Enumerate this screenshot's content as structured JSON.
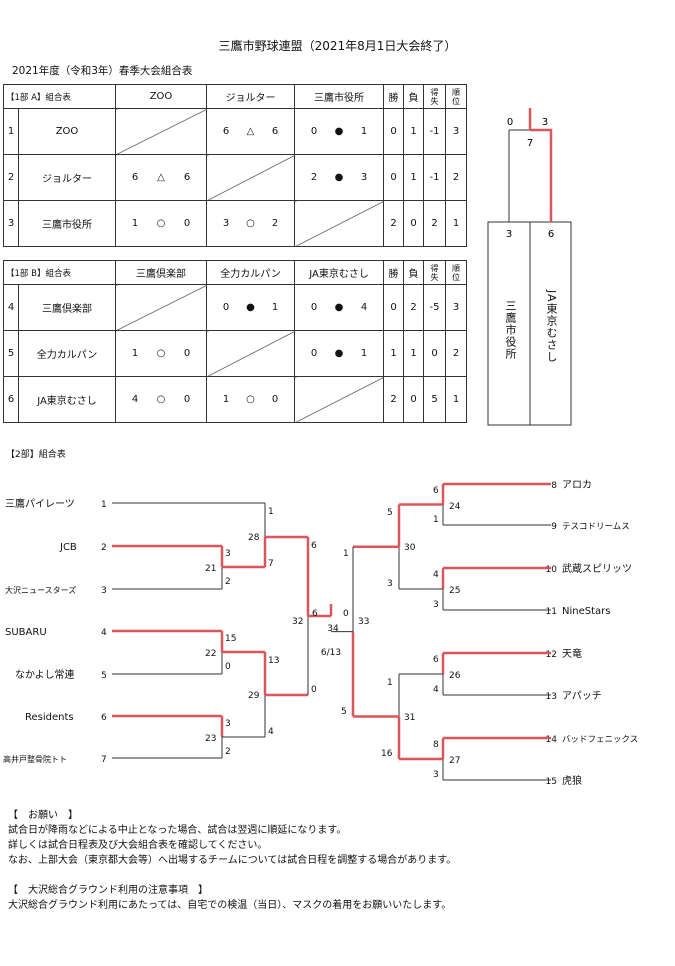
{
  "title": "三鷹市野球連盟（2021年8月1日大会終了）",
  "subtitle": "2021年度（令和3年）春季大会組合表",
  "div1a": {
    "label": "【1部 A】組合表",
    "cols": [
      "ZOO",
      "ジョルター",
      "三鷹市役所"
    ],
    "stat_cols": [
      "勝",
      "負",
      "得失",
      "順位"
    ],
    "rows": [
      {
        "no": "1",
        "team": "ZOO",
        "cells": [
          null,
          [
            "6",
            "△",
            "6"
          ],
          [
            "0",
            "●",
            "1"
          ]
        ],
        "w": "0",
        "l": "1",
        "diff": "-1",
        "rank": "3"
      },
      {
        "no": "2",
        "team": "ジョルター",
        "cells": [
          [
            "6",
            "△",
            "6"
          ],
          null,
          [
            "2",
            "●",
            "3"
          ]
        ],
        "w": "0",
        "l": "1",
        "diff": "-1",
        "rank": "2"
      },
      {
        "no": "3",
        "team": "三鷹市役所",
        "cells": [
          [
            "1",
            "○",
            "0"
          ],
          [
            "3",
            "○",
            "2"
          ],
          null
        ],
        "w": "2",
        "l": "0",
        "diff": "2",
        "rank": "1"
      }
    ]
  },
  "div1b": {
    "label": "【1部 B】組合表",
    "cols": [
      "三鷹倶楽部",
      "全力カルパン",
      "JA東京むさし"
    ],
    "stat_cols": [
      "勝",
      "負",
      "得失",
      "順位"
    ],
    "rows": [
      {
        "no": "4",
        "team": "三鷹倶楽部",
        "cells": [
          null,
          [
            "0",
            "●",
            "1"
          ],
          [
            "0",
            "●",
            "4"
          ]
        ],
        "w": "0",
        "l": "2",
        "diff": "-5",
        "rank": "3"
      },
      {
        "no": "5",
        "team": "全力カルパン",
        "cells": [
          [
            "1",
            "○",
            "0"
          ],
          null,
          [
            "0",
            "●",
            "1"
          ]
        ],
        "w": "1",
        "l": "1",
        "diff": "0",
        "rank": "2"
      },
      {
        "no": "6",
        "team": "JA東京むさし",
        "cells": [
          [
            "4",
            "○",
            "0"
          ],
          [
            "1",
            "○",
            "0"
          ],
          null
        ],
        "w": "2",
        "l": "0",
        "diff": "5",
        "rank": "1"
      }
    ]
  },
  "final1": {
    "left_team": "三鷹市役所",
    "right_team": "JA東京むさし",
    "left_no": "3",
    "right_no": "6",
    "left_score": "0",
    "right_score": "3",
    "game_no": "7"
  },
  "div2": {
    "label": "【2部】組合表",
    "left_teams": [
      {
        "name": "三鷹パイレーツ",
        "no": "1"
      },
      {
        "name": "JCB",
        "no": "2"
      },
      {
        "name": "大沢ニュースターズ",
        "no": "3"
      },
      {
        "name": "SUBARU",
        "no": "4"
      },
      {
        "name": "なかよし常連",
        "no": "5"
      },
      {
        "name": "Residents",
        "no": "6"
      },
      {
        "name": "高井戸整骨院トト",
        "no": "7"
      }
    ],
    "right_teams": [
      {
        "name": "アロカ",
        "no": "8"
      },
      {
        "name": "テスコドリームス",
        "no": "9"
      },
      {
        "name": "武蔵スピリッツ",
        "no": "10"
      },
      {
        "name": "NineStars",
        "no": "11"
      },
      {
        "name": "天竜",
        "no": "12"
      },
      {
        "name": "アパッチ",
        "no": "13"
      },
      {
        "name": "バッドフェニックス",
        "no": "14"
      },
      {
        "name": "虎狼",
        "no": "15"
      }
    ],
    "games": {
      "g21": {
        "no": "21",
        "top": "3",
        "bottom": "2"
      },
      "g22": {
        "no": "22",
        "top": "15",
        "bottom": "0"
      },
      "g23": {
        "no": "23",
        "top": "3",
        "bottom": "2"
      },
      "g28": {
        "no": "28",
        "top": "1",
        "bottom": "7"
      },
      "g29": {
        "no": "29",
        "top": "13",
        "bottom": "4"
      },
      "g32": {
        "no": "32",
        "top": "6",
        "bottom": "0"
      },
      "g24": {
        "no": "24",
        "top": "6",
        "bottom": "1"
      },
      "g25": {
        "no": "25",
        "top": "4",
        "bottom": "3"
      },
      "g26": {
        "no": "26",
        "top": "6",
        "bottom": "4"
      },
      "g27": {
        "no": "27",
        "top": "8",
        "bottom": "3"
      },
      "g30": {
        "no": "30",
        "top": "5",
        "bottom": "3"
      },
      "g31": {
        "no": "31",
        "top": "1",
        "bottom": "16"
      },
      "g33": {
        "no": "33",
        "top": "1",
        "bottom": "5"
      },
      "final": {
        "no": "34",
        "left": "6",
        "right": "0",
        "date": "6/13",
        "left_semi_no": "32",
        "right_semi_no": "33"
      }
    }
  },
  "notes": {
    "h1": "【　お願い　】",
    "l1": "試合日が降雨などによる中止となった場合、試合は翌週に順延になります。",
    "l2": "詳しくは試合日程表及び大会組合表を確認してください。",
    "l3": "なお、上部大会（東京都大会等）へ出場するチームについては試合日程を調整する場合があります。",
    "h2": "【　大沢総合グラウンド利用の注意事項　】",
    "l4": "大沢総合グラウンド利用にあたっては、自宅での検温（当日）、マスクの着用をお願いいたします。"
  },
  "colors": {
    "winner_line": "#d9575b",
    "line": "#333333"
  }
}
